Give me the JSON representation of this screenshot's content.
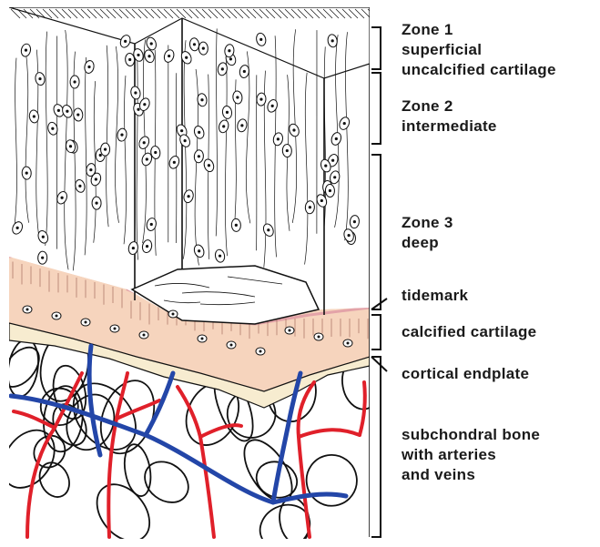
{
  "labels": {
    "zone1": [
      "Zone 1",
      "superficial",
      "uncalcified cartilage"
    ],
    "zone2": [
      "Zone 2",
      "intermediate"
    ],
    "zone3": [
      "Zone 3",
      "deep"
    ],
    "tidemark": "tidemark",
    "calcified": "calcified cartilage",
    "cortical": "cortical endplate",
    "subchondral": [
      "subchondral bone",
      "with arteries",
      "and veins"
    ]
  },
  "colors": {
    "ink": "#111111",
    "calcified_fill": "#f6d4bd",
    "tidemark_line": "#e3a3a8",
    "artery": "#e0202a",
    "vein": "#2346a8",
    "endplate_fill": "#f7ecd0"
  }
}
